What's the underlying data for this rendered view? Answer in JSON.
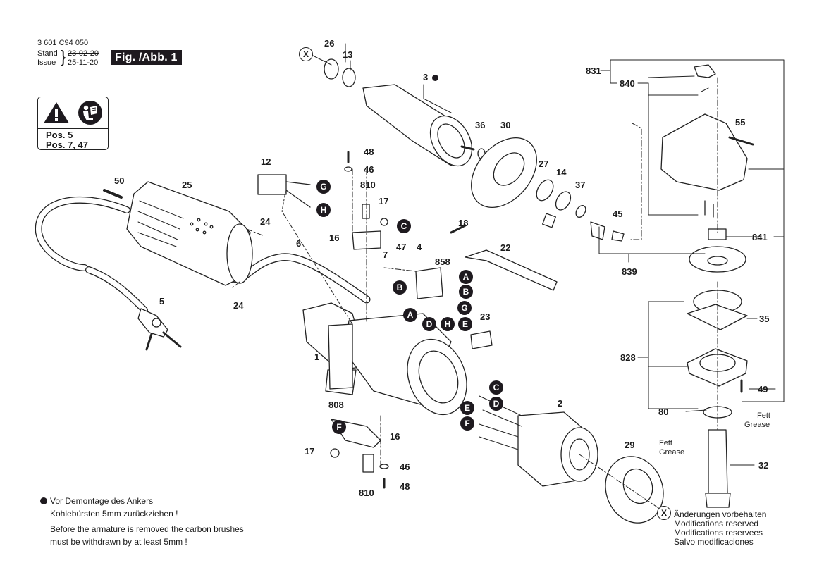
{
  "header": {
    "document_number": "3 601 C94 050",
    "stand_label": "Stand",
    "issue_label": "Issue",
    "stand_date_struck": "23-02-20",
    "issue_date": "25-11-20",
    "figure_label": "Fig. /Abb. 1"
  },
  "warning_box": {
    "icons": [
      "warning-triangle-icon",
      "read-manual-icon"
    ],
    "line1": "Pos. 5",
    "line2": "Pos. 7, 47"
  },
  "note": {
    "de_line1": "Vor Demontage des Ankers",
    "de_line2": "Kohlebürsten 5mm zurückziehen !",
    "en_line1": "Before the armature is removed the carbon brushes",
    "en_line2": "must be withdrawn by at least 5mm !"
  },
  "modifications": {
    "de": "Änderungen vorbehalten",
    "en": "Modifications reserved",
    "fr": "Modifications reservees",
    "es": "Salvo modificaciones"
  },
  "grease_labels": {
    "fett": "Fett",
    "grease": "Grease"
  },
  "part_labels": {
    "p26": "26",
    "p13": "13",
    "p3": "3",
    "p36": "36",
    "p30": "30",
    "p27": "27",
    "p14": "14",
    "p37": "37",
    "p45": "45",
    "p839": "839",
    "p831": "831",
    "p840": "840",
    "p55": "55",
    "p841": "841",
    "p35": "35",
    "p828": "828",
    "p49": "49",
    "p80": "80",
    "p32": "32",
    "p29": "29",
    "p2": "2",
    "p48a": "48",
    "p46a": "46",
    "p12": "12",
    "p810a": "810",
    "p17a": "17",
    "p16a": "16",
    "p50": "50",
    "p25": "25",
    "p24a": "24",
    "p24b": "24",
    "p6": "6",
    "p5": "5",
    "p18": "18",
    "p22": "22",
    "p7": "7",
    "p47": "47",
    "p4": "4",
    "p858": "858",
    "p23": "23",
    "p1": "1",
    "p808": "808",
    "p16b": "16",
    "p17b": "17",
    "p46b": "46",
    "p48b": "48",
    "p810b": "810"
  },
  "connector_callouts": {
    "g1": "G",
    "h1": "H",
    "c1": "C",
    "a1": "A",
    "b1": "B",
    "b2": "B",
    "a2": "A",
    "g2": "G",
    "d1": "D",
    "h2": "H",
    "e1": "E",
    "c2": "C",
    "d2": "D",
    "e2": "E",
    "f1": "F",
    "f2": "F"
  },
  "cross_reference_marker": "X"
}
